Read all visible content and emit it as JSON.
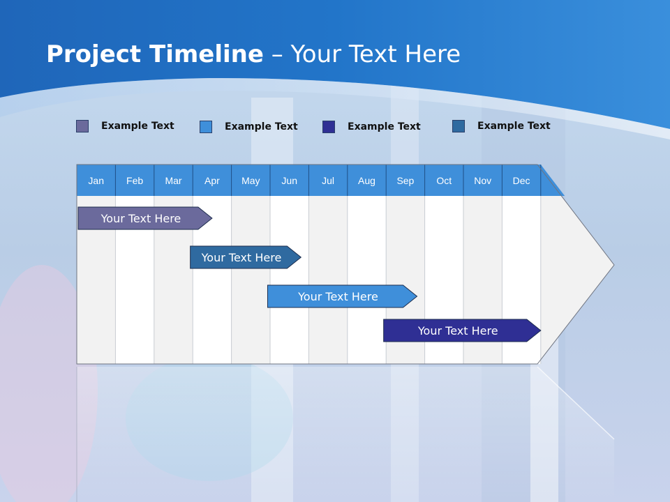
{
  "title": {
    "bold": "Project Timeline",
    "rest": " – Your Text Here"
  },
  "legend": [
    {
      "label": "Example Text",
      "color": "#6b6a9c"
    },
    {
      "label": "Example Text",
      "color": "#3f8fda"
    },
    {
      "label": "Example Text",
      "color": "#2f2f94"
    },
    {
      "label": "Example Text",
      "color": "#2f6aa0"
    }
  ],
  "months": [
    "Jan",
    "Feb",
    "Mar",
    "Apr",
    "May",
    "Jun",
    "Jul",
    "Aug",
    "Sep",
    "Oct",
    "Nov",
    "Dec"
  ],
  "tasks": [
    {
      "label": "Your  Text Here",
      "start": 0.0,
      "end": 3.5,
      "color": "#6b6a9c"
    },
    {
      "label": "Your  Text Here",
      "start": 2.9,
      "end": 5.8,
      "color": "#2f6aa0"
    },
    {
      "label": "Your  Text Here",
      "start": 4.9,
      "end": 8.8,
      "color": "#3f8fda"
    },
    {
      "label": "Your  Text Here",
      "start": 7.9,
      "end": 12.0,
      "color": "#2f2f94"
    }
  ],
  "colors": {
    "header": "#3f8fda",
    "band": "#1e6ac0"
  }
}
